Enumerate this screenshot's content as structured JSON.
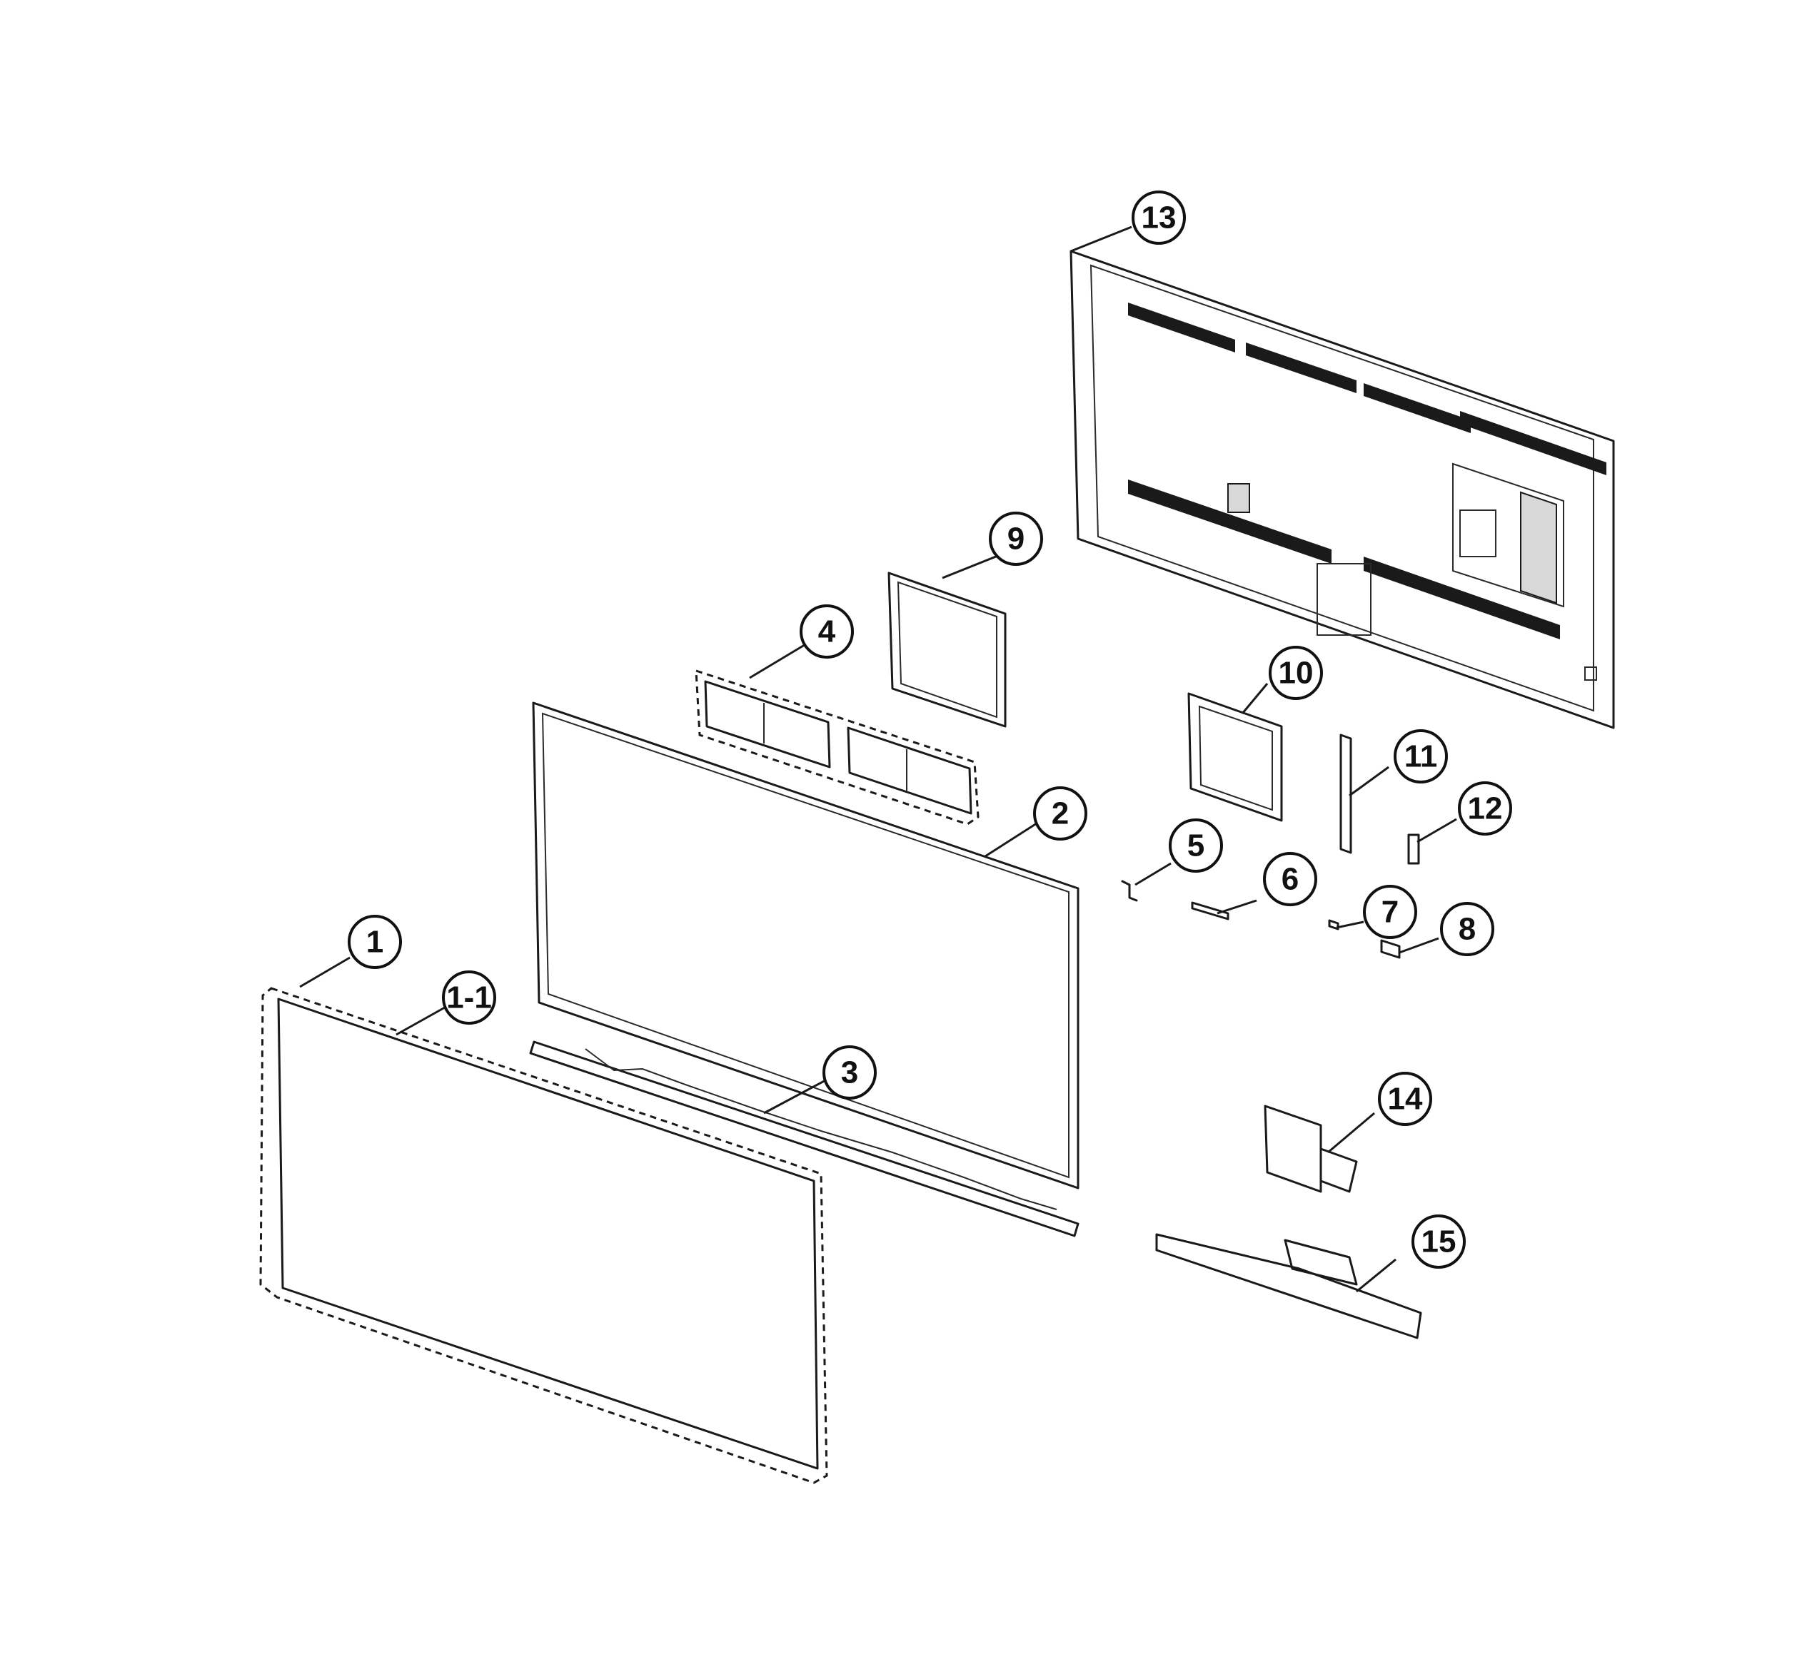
{
  "callouts": [
    {
      "id": "1",
      "label": "1"
    },
    {
      "id": "1-1",
      "label": "1-1"
    },
    {
      "id": "2",
      "label": "2"
    },
    {
      "id": "3",
      "label": "3"
    },
    {
      "id": "4",
      "label": "4"
    },
    {
      "id": "5",
      "label": "5"
    },
    {
      "id": "6",
      "label": "6"
    },
    {
      "id": "7",
      "label": "7"
    },
    {
      "id": "8",
      "label": "8"
    },
    {
      "id": "9",
      "label": "9"
    },
    {
      "id": "10",
      "label": "10"
    },
    {
      "id": "11",
      "label": "11"
    },
    {
      "id": "12",
      "label": "12"
    },
    {
      "id": "13",
      "label": "13"
    },
    {
      "id": "14",
      "label": "14"
    },
    {
      "id": "15",
      "label": "15"
    }
  ]
}
